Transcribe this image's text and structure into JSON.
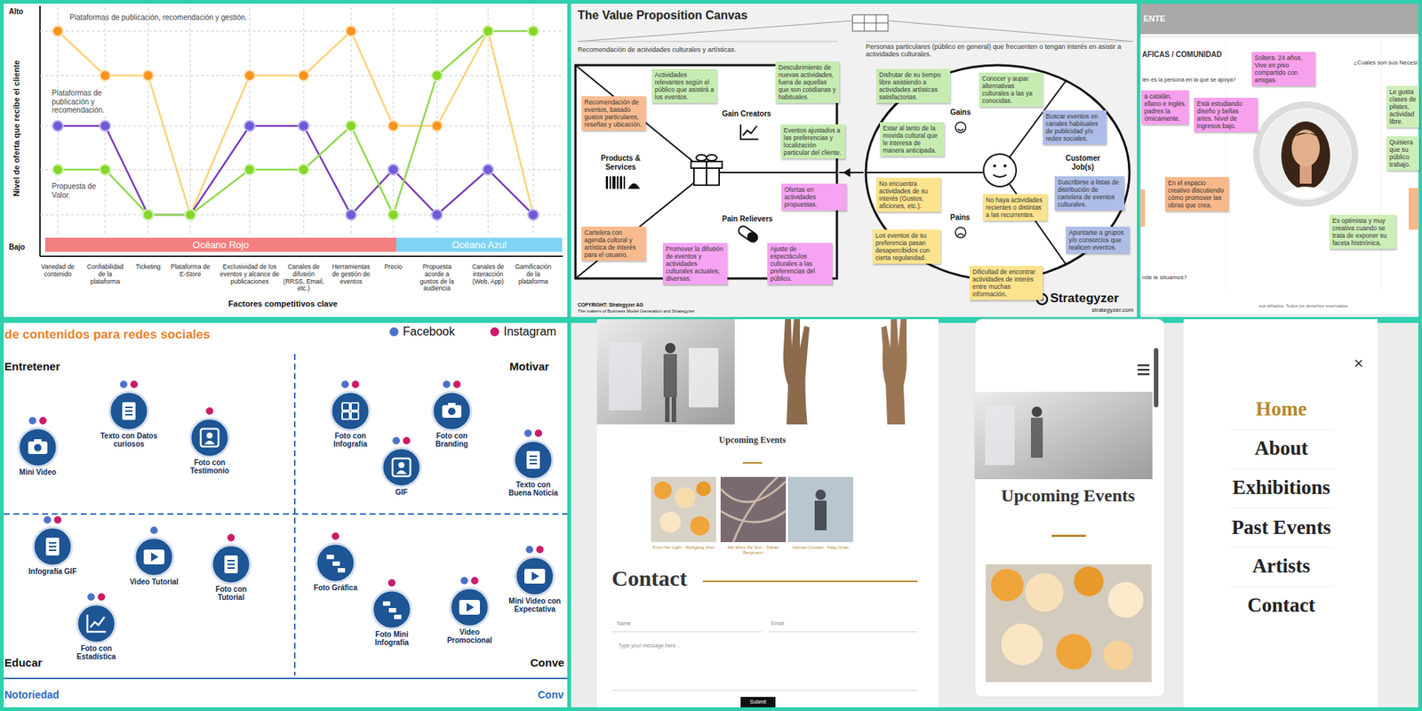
{
  "diagram": {
    "nodes": [
      {
        "text": [
          "Océano Rojo"
        ]
      },
      {
        "text": [
          "Océano Azul"
        ]
      },
      {
        "text": [
          "Recomendación de eventos, basado gustos particulares, reseñas y ubicación."
        ]
      },
      {
        "text": [
          "Actividades relevantes según el público que asistirá a los eventos."
        ]
      },
      {
        "text": [
          "Descubrimiento de nuevas actividades, fuera de aquellas que son cotidianas y habituales."
        ]
      },
      {
        "text": [
          "Eventos ajustados a las preferencias y localización particular del cliente."
        ]
      },
      {
        "text": [
          "Ofertas en actividades propuestas."
        ]
      },
      {
        "text": [
          "Cartelera con agenda cultural y artística de interés para el usuario."
        ]
      },
      {
        "text": [
          "Promover la difusión de eventos y actividades culturales actuales, diversas."
        ]
      },
      {
        "text": [
          "Ajuste de espectáculos culturales a las preferencias del público."
        ]
      },
      {
        "text": [
          "Disfrutar de su tiempo libre asistiendo a actividades artísticas satisfactorias."
        ]
      },
      {
        "text": [
          "Conocer y aupar alternativas culturales a las ya conocidas."
        ]
      },
      {
        "text": [
          "Estar al tanto de la movida cultural que le interesa de manera anticipada."
        ]
      },
      {
        "text": [
          "Buscar eventos en canales habituales de publicidad y/o redes sociales."
        ]
      },
      {
        "text": [
          "No encuentra actividades de su interés (Gustos, aficiones, etc.)."
        ]
      },
      {
        "text": [
          "Suscribirse a listas de distribución de cartelera de eventos culturales."
        ]
      },
      {
        "text": [
          "No haya actividades recientes o distintas a las recurrentes."
        ]
      },
      {
        "text": [
          "Los eventos de su preferencia pasan desapercibidos con cierta regularidad."
        ]
      },
      {
        "text": [
          "Apuntarse a grupos y/o consorcios que realicen eventos."
        ]
      },
      {
        "text": [
          "Dificultad de encontrar actividades de interés entre muchas información."
        ]
      },
      {
        "text": [
          "Soltera. 24 años. Vive en piso compartido con amigas."
        ]
      },
      {
        "text": [
          "a catalán, ellano e inglés. padres la ómicamente."
        ]
      },
      {
        "text": [
          "Está estudiando diseño y bellas artes. Nivel de ingresos bajo."
        ]
      },
      {
        "text": [
          "Le gusta clases de pilates, actividad libre."
        ]
      },
      {
        "text": [
          "Quisiera que su público trabajo."
        ]
      },
      {
        "text": [
          "En el espacio creativo discutiendo cómo promover las obras que crea."
        ]
      },
      {
        "text": [
          "Es optimista y muy creativa cuando se trata de exponer su faceta histriónica."
        ]
      },
      {
        "text": [
          "Mini Video"
        ]
      },
      {
        "text": [
          "Texto con Datos curiosos"
        ]
      },
      {
        "text": [
          "Foto con Testimonio"
        ]
      },
      {
        "text": [
          "Foto con Infografía"
        ]
      },
      {
        "text": [
          "Foto con Branding"
        ]
      },
      {
        "text": [
          "GIF"
        ]
      },
      {
        "text": [
          "Texto con Buena Noticia"
        ]
      },
      {
        "text": [
          "Infografía GIF"
        ]
      },
      {
        "text": [
          "Video Tutorial"
        ]
      },
      {
        "text": [
          "Foto con Tutorial"
        ]
      },
      {
        "text": [
          "Foto con Estadística"
        ]
      },
      {
        "text": [
          "Foto Gráfica"
        ]
      },
      {
        "text": [
          "Foto Mini Infografía"
        ]
      },
      {
        "text": [
          "Video Promocional"
        ]
      },
      {
        "text": [
          "Mini Video con Expectativa"
        ]
      },
      {
        "text": [
          "Submit"
        ]
      }
    ],
    "labels": [
      "Alto",
      "Bajo",
      "Nivel de oferta que recibe el cliente",
      "Plataformas de publicación, recomendación y gestión.",
      "Plataformas de publicación y recomendación.",
      "Propuesta de Valor.",
      "Variedad de contenido",
      "Confiabilidad de la plataforma",
      "Ticketing",
      "Plataforma de E-Store",
      "Exclusividad de los eventos y alcance de publicaciones",
      "Canales de difusión (RRSS, Email, etc.)",
      "Herramientas de gestión de eventos",
      "Precio",
      "Propuesta acorde a gustos de la audiencia",
      "Canales de interacción (Web, App)",
      "Gamificación de la plataforma",
      "Factores competitivos clave",
      "The Value Proposition Canvas",
      "Recomendación de actividades culturales y artísticas.",
      "Personas particulares (público en general) que frecuenten o tengan interés en asistir a actividades culturales.",
      "Gain Creators",
      "Products & Services",
      "Pain Relievers",
      "Gains",
      "Pains",
      "Customer Job(s)",
      "COPYRIGHT: Strategyzer AG",
      "The makers of Business Model Generation and Strategyzer",
      "Strategyzer",
      "strategyzer.com",
      "ENTE",
      "AFICAS / COMUNIDAD",
      "ién es la persona en la que se apoya?",
      "¿Cuáles son sus Necesi",
      "nde le situamos?",
      "sus afiliados. Todos los derechos reservados.",
      "de contenidos para redes sociales",
      "Entretener",
      "Motivar",
      "Educar",
      "Conve",
      "Notoriedad",
      "Conv",
      "Upcoming Events",
      "From the Light - Wolfgang Jess",
      "We Were the Sun - Tobias Bergmann",
      "Human Contact - Kaiju Grau",
      "Contact",
      "Name",
      "Email",
      "Type your message here...",
      "Upcoming Events",
      "×",
      "Home",
      "About",
      "Exhibitions",
      "Past Events",
      "Artists",
      "Contact"
    ],
    "legend": [
      {
        "text": "Facebook",
        "color": "#4a72c8"
      },
      {
        "text": "Instagram",
        "color": "#cc1c68"
      }
    ]
  }
}
